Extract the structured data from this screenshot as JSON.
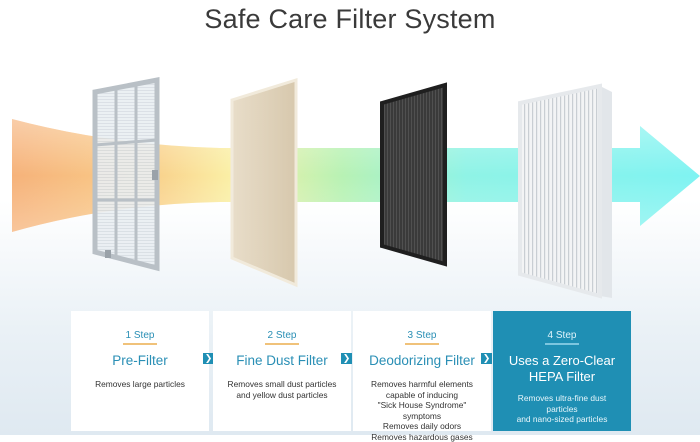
{
  "title": "Safe Care Filter System",
  "colors": {
    "accent": "#1f8fb4",
    "step_underline": "#f0c27a"
  },
  "steps": [
    {
      "step": "1 Step",
      "name": "Pre-Filter",
      "desc": [
        "Removes large particles"
      ]
    },
    {
      "step": "2 Step",
      "name": "Fine Dust Filter",
      "desc": [
        "Removes small dust particles",
        "and yellow dust particles"
      ]
    },
    {
      "step": "3 Step",
      "name": "Deodorizing Filter",
      "desc": [
        "Removes harmful elements",
        "capable of inducing",
        "\"Sick House Syndrome\" symptoms",
        "Removes daily odors",
        "Removes hazardous gases"
      ]
    },
    {
      "step": "4 Step",
      "name": [
        "Uses a Zero-Clear",
        "HEPA Filter"
      ],
      "desc": [
        "Removes ultra-fine dust particles",
        "and nano-sized particles"
      ]
    }
  ],
  "icons": {
    "next": "chevron-right-icon"
  }
}
